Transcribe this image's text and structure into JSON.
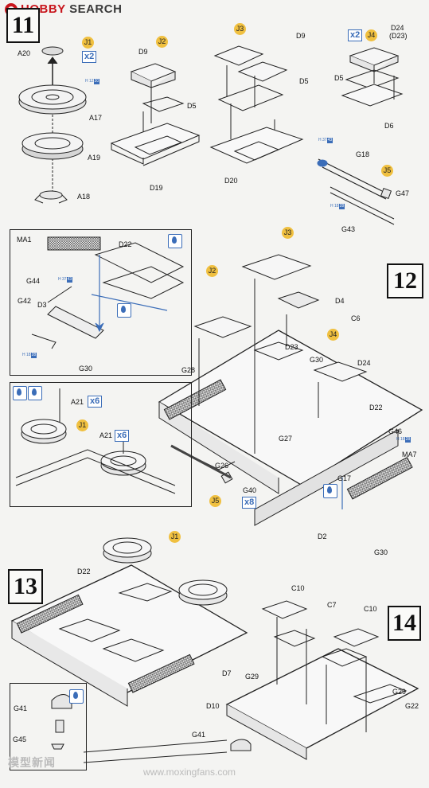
{
  "header": {
    "brand_a": "HOBBY",
    "brand_b": " SEARCH"
  },
  "steps": {
    "s11": "11",
    "s12": "12",
    "s13": "13",
    "s14": "14"
  },
  "badges": {
    "x2a": "x2",
    "x2b": "x2",
    "x6a": "x6",
    "x6b": "x6",
    "x8": "x8"
  },
  "circles": {
    "j1a": "J1",
    "j2a": "J2",
    "j3a": "J3",
    "j4a": "J4",
    "j5a": "J5",
    "j3b": "J3",
    "j2b": "J2",
    "j4b": "J4",
    "j1b": "J1",
    "j5b": "J5",
    "j1c": "J1"
  },
  "hints": {
    "h1": "H 12",
    "h2": "H 37",
    "h3": "H 18",
    "h4": "H 37",
    "h5": "H 18",
    "h6": "H 18"
  },
  "hint_codes": {
    "c1": "20",
    "c2": "43",
    "c3": "28",
    "c4": "43",
    "c5": "28",
    "c6": "28"
  },
  "parts": {
    "a20": "A20",
    "a17": "A17",
    "a19": "A19",
    "a18": "A18",
    "d9a": "D9",
    "d5a": "D5",
    "d19": "D19",
    "d9b": "D9",
    "d5b": "D5",
    "d20": "D20",
    "d24": "D24",
    "d23p": "(D23)",
    "d5c": "D5",
    "d6": "D6",
    "g18": "G18",
    "g47": "G47",
    "g43": "G43",
    "ma1": "MA1",
    "d22a": "D22",
    "g44": "G44",
    "g42": "G42",
    "d3": "D3",
    "g30a": "G30",
    "a21a": "A21",
    "a21b": "A21",
    "d4": "D4",
    "c6": "C6",
    "d23": "D23",
    "g30b": "G30",
    "d24b": "D24",
    "g28": "G28",
    "d22b": "D22",
    "g46": "G46",
    "ma7": "MA7",
    "g27": "G27",
    "g26": "G26",
    "g17": "G17",
    "g40": "G40",
    "d2": "D2",
    "g30c": "G30",
    "d22c": "D22",
    "c10a": "C10",
    "c7": "C7",
    "c10b": "C10",
    "g29a": "G29",
    "g29b": "G29",
    "d7": "D7",
    "d10": "D10",
    "g22": "G22",
    "g41a": "G41",
    "g45": "G45",
    "g41b": "G41"
  },
  "watermark": {
    "cn": "模型新闻",
    "url": "www.moxingfans.com"
  }
}
